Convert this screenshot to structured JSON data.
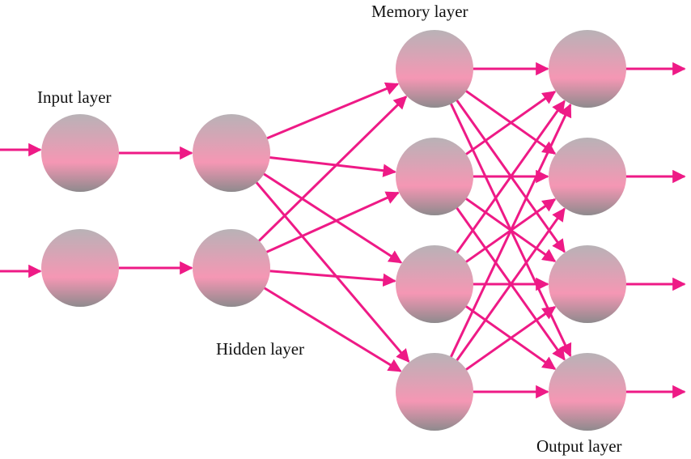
{
  "labels": {
    "input": "Input layer",
    "hidden": "Hidden layer",
    "memory": "Memory layer",
    "output": "Output layer"
  },
  "colors": {
    "arrow": "#ee1a86",
    "node_top": "#b8b2b6",
    "node_mid": "#f597b4",
    "node_bottom": "#8e8a8d",
    "text": "#111111"
  },
  "layers": {
    "input": 2,
    "hidden": 2,
    "memory": 4,
    "output": 4
  },
  "connectivity": {
    "input_to_hidden": "one-to-one",
    "hidden_to_memory": "fully-connected",
    "memory_to_output": "fully-connected"
  }
}
